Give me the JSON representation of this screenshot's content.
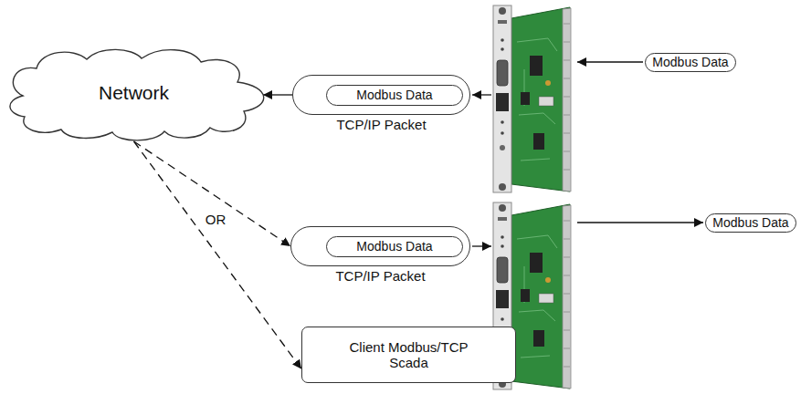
{
  "diagram": {
    "nodes": [
      {
        "text": [
          "Network"
        ]
      },
      {
        "text": [
          "TCP/IP Packet"
        ]
      },
      {
        "text": [
          "Modbus Data"
        ],
        "in": 1
      },
      {
        "text": [
          "Modbus Data"
        ]
      },
      {
        "text": [
          "TCP/IP Packet"
        ]
      },
      {
        "text": [
          "Modbus Data"
        ],
        "in": 4
      },
      {
        "text": [
          "Modbus Data"
        ]
      },
      {
        "text": [
          "Client Modbus/TCP Scada"
        ]
      }
    ],
    "edges": [
      {
        "from": 1,
        "to": 0,
        "arrow": "to"
      },
      {
        "from": 0,
        "to": 4,
        "arrow": "to"
      },
      {
        "from": 0,
        "to": 7,
        "arrow": "to"
      }
    ],
    "labels": [
      "OR"
    ]
  }
}
